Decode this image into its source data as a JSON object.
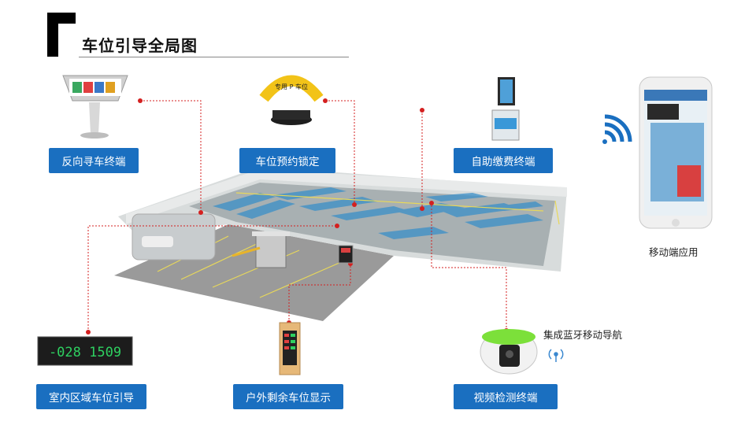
{
  "title": "车位引导全局图",
  "labels": {
    "reverse_search": "反向寻车终端",
    "reserve_lock": "车位预约锁定",
    "self_pay": "自助缴费终端",
    "indoor_guide": "室内区域车位引导",
    "outdoor_display": "户外剩余车位显示",
    "video_detect": "视频检测终端",
    "mobile_app": "移动端应用",
    "bluetooth_nav": "集成蓝牙移动导航"
  },
  "devices": {
    "lock_sign": "专用 P 车位",
    "led_display_value": "-028 1509"
  },
  "colors": {
    "accent": "#1a6fc0",
    "connector": "#d42020"
  }
}
